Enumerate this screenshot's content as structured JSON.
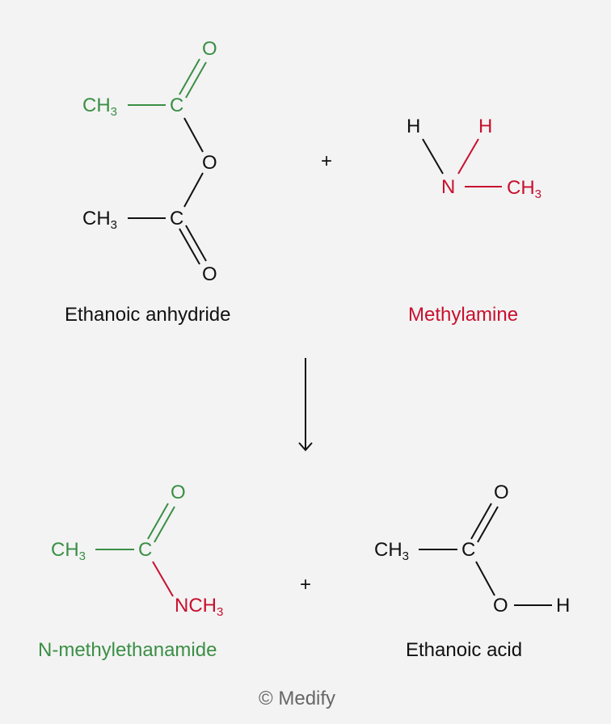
{
  "colors": {
    "green": "#3a8f45",
    "red": "#c8102e",
    "black": "#111111",
    "gray": "#666666",
    "background": "#f3f3f3"
  },
  "reactants": {
    "anhydride": {
      "name": "Ethanoic anhydride",
      "atoms": {
        "o_top": "O",
        "ch3_top": "CH",
        "sub_top": "3",
        "c_top": "C",
        "o_bridge": "O",
        "ch3_bottom": "CH",
        "sub_bottom": "3",
        "c_bottom": "C",
        "o_bottom": "O"
      }
    },
    "plus": "+",
    "amine": {
      "name": "Methylamine",
      "atoms": {
        "h_left": "H",
        "h_right": "H",
        "n": "N",
        "ch3": "CH",
        "sub": "3"
      }
    }
  },
  "products": {
    "amide": {
      "name": "N-methylethanamide",
      "atoms": {
        "o": "O",
        "ch3": "CH",
        "sub": "3",
        "c": "C",
        "nch3": "NCH",
        "nsub": "3"
      }
    },
    "plus": "+",
    "acid": {
      "name": "Ethanoic acid",
      "atoms": {
        "o": "O",
        "ch3": "CH",
        "sub": "3",
        "c": "C",
        "oh_o": "O",
        "oh_h": "H"
      }
    }
  },
  "footer": "© Medify"
}
